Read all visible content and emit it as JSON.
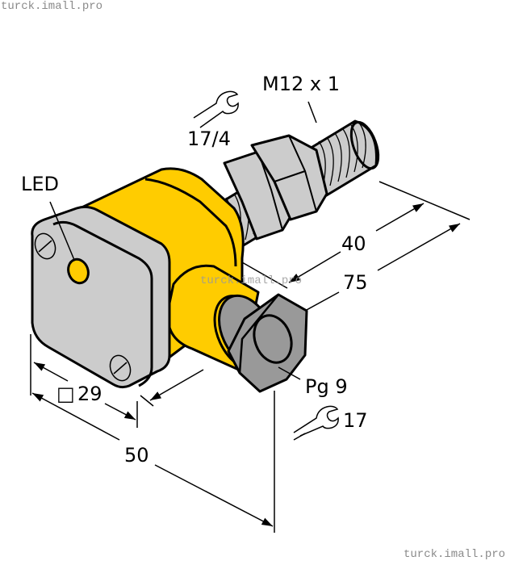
{
  "watermarks": {
    "top_left": "turck.imall.pro",
    "center": "turck.imall.pro",
    "bottom_right": "turck.imall.pro"
  },
  "labels": {
    "thread": "M12 x 1",
    "wrench_nut": "17/4",
    "led": "LED",
    "dim_40": "40",
    "dim_75": "75",
    "cable_gland": "Pg 9",
    "wrench_gland": "17",
    "square_symbol": "□",
    "dim_29": "29",
    "dim_50": "50"
  },
  "icons": {
    "wrench_top": "wrench-icon",
    "wrench_bottom": "wrench-icon"
  },
  "colors": {
    "housing_yellow": "#FFCC00",
    "face_gray": "#CCCCCC",
    "gland_gray": "#999999",
    "outline": "#000000",
    "watermark": "#8A8A8A"
  }
}
